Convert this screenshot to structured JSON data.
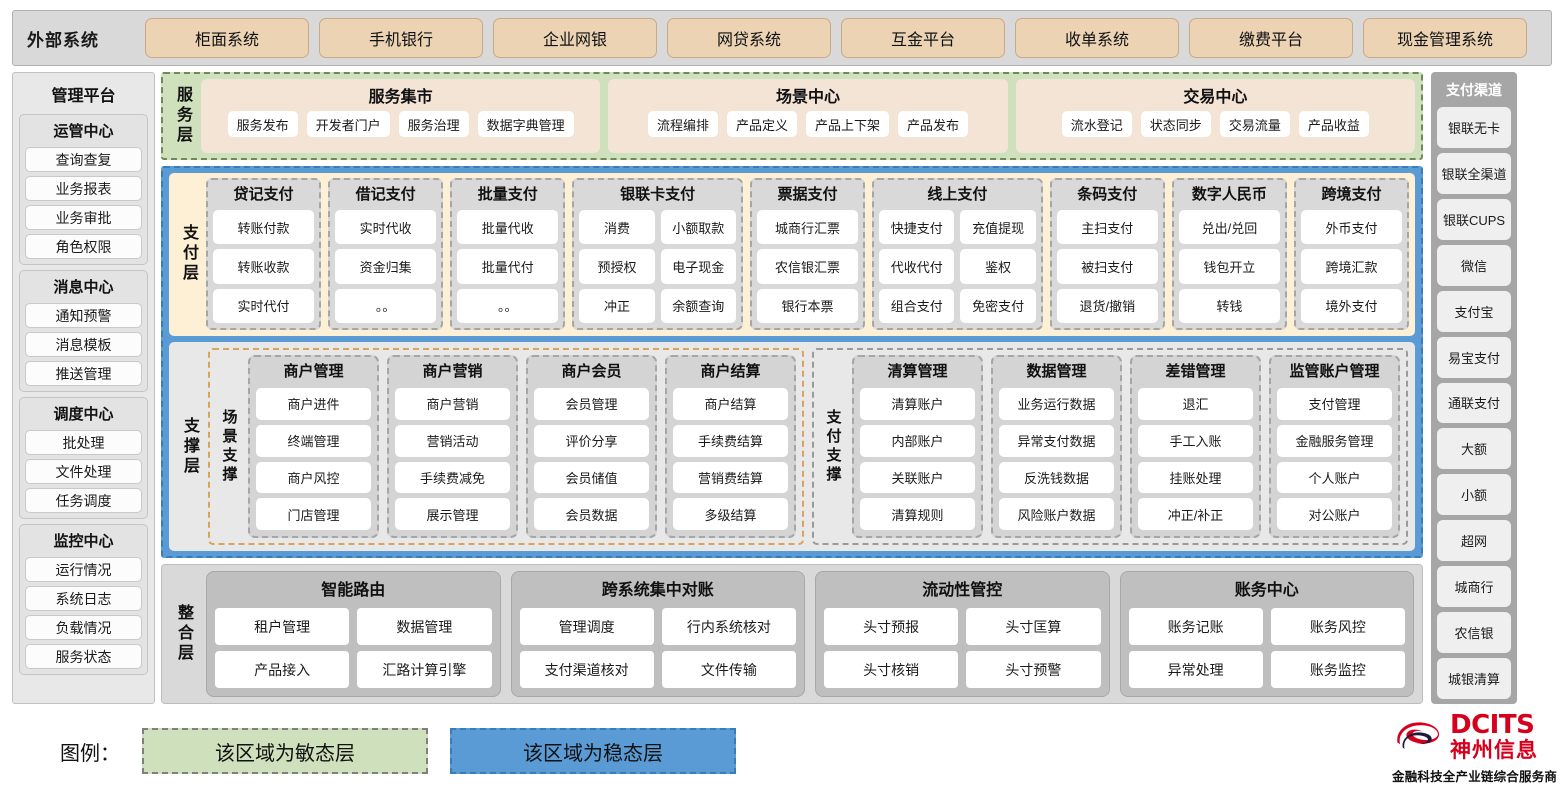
{
  "external_bar": {
    "title": "外部系统",
    "items": [
      "柜面系统",
      "手机银行",
      "企业网银",
      "网贷系统",
      "互金平台",
      "收单系统",
      "缴费平台",
      "现金管理系统"
    ]
  },
  "left_panel": {
    "title": "管理平台",
    "groups": [
      {
        "title": "运管中心",
        "items": [
          "查询查复",
          "业务报表",
          "业务审批",
          "角色权限"
        ]
      },
      {
        "title": "消息中心",
        "items": [
          "通知预警",
          "消息模板",
          "推送管理"
        ]
      },
      {
        "title": "调度中心",
        "items": [
          "批处理",
          "文件处理",
          "任务调度"
        ]
      },
      {
        "title": "监控中心",
        "items": [
          "运行情况",
          "系统日志",
          "负载情况",
          "服务状态"
        ]
      }
    ]
  },
  "service_layer": {
    "label": "服务层",
    "groups": [
      {
        "title": "服务集市",
        "items": [
          "服务发布",
          "开发者门户",
          "服务治理",
          "数据字典管理"
        ]
      },
      {
        "title": "场景中心",
        "items": [
          "流程编排",
          "产品定义",
          "产品上下架",
          "产品发布"
        ]
      },
      {
        "title": "交易中心",
        "items": [
          "流水登记",
          "状态同步",
          "交易流量",
          "产品收益"
        ]
      }
    ]
  },
  "payment_layer": {
    "label": "支付层",
    "groups": [
      {
        "title": "贷记支付",
        "cols": 1,
        "rows": [
          [
            "转账付款"
          ],
          [
            "转账收款"
          ],
          [
            "实时代付"
          ]
        ]
      },
      {
        "title": "借记支付",
        "cols": 1,
        "rows": [
          [
            "实时代收"
          ],
          [
            "资金归集"
          ],
          [
            "。。"
          ]
        ]
      },
      {
        "title": "批量支付",
        "cols": 1,
        "rows": [
          [
            "批量代收"
          ],
          [
            "批量代付"
          ],
          [
            "。。"
          ]
        ]
      },
      {
        "title": "银联卡支付",
        "cols": 2,
        "rows": [
          [
            "消费",
            "小额取款"
          ],
          [
            "预授权",
            "电子现金"
          ],
          [
            "冲正",
            "余额查询"
          ]
        ]
      },
      {
        "title": "票据支付",
        "cols": 1,
        "rows": [
          [
            "城商行汇票"
          ],
          [
            "农信银汇票"
          ],
          [
            "银行本票"
          ]
        ]
      },
      {
        "title": "线上支付",
        "cols": 2,
        "rows": [
          [
            "快捷支付",
            "充值提现"
          ],
          [
            "代收代付",
            "鉴权"
          ],
          [
            "组合支付",
            "免密支付"
          ]
        ]
      },
      {
        "title": "条码支付",
        "cols": 1,
        "rows": [
          [
            "主扫支付"
          ],
          [
            "被扫支付"
          ],
          [
            "退货/撤销"
          ]
        ]
      },
      {
        "title": "数字人民币",
        "cols": 1,
        "rows": [
          [
            "兑出/兑回"
          ],
          [
            "钱包开立"
          ],
          [
            "转钱"
          ]
        ]
      },
      {
        "title": "跨境支付",
        "cols": 1,
        "rows": [
          [
            "外币支付"
          ],
          [
            "跨境汇款"
          ],
          [
            "境外支付"
          ]
        ]
      }
    ]
  },
  "support_layer": {
    "label": "支撑层",
    "zones": [
      {
        "label": "场景支撑",
        "columns": [
          {
            "title": "商户管理",
            "items": [
              "商户进件",
              "终端管理",
              "商户风控",
              "门店管理"
            ]
          },
          {
            "title": "商户营销",
            "items": [
              "商户营销",
              "营销活动",
              "手续费减免",
              "展示管理"
            ]
          },
          {
            "title": "商户会员",
            "items": [
              "会员管理",
              "评价分享",
              "会员储值",
              "会员数据"
            ]
          },
          {
            "title": "商户结算",
            "items": [
              "商户结算",
              "手续费结算",
              "营销费结算",
              "多级结算"
            ]
          }
        ]
      },
      {
        "label": "支付支撑",
        "columns": [
          {
            "title": "清算管理",
            "items": [
              "清算账户",
              "内部账户",
              "关联账户",
              "清算规则"
            ]
          },
          {
            "title": "数据管理",
            "items": [
              "业务运行数据",
              "异常支付数据",
              "反洗钱数据",
              "风险账户数据"
            ]
          },
          {
            "title": "差错管理",
            "items": [
              "退汇",
              "手工入账",
              "挂账处理",
              "冲正/补正"
            ]
          },
          {
            "title": "监管账户管理",
            "items": [
              "支付管理",
              "金融服务管理",
              "个人账户",
              "对公账户"
            ]
          }
        ]
      }
    ]
  },
  "integration_layer": {
    "label": "整合层",
    "groups": [
      {
        "title": "智能路由",
        "rows": [
          [
            "租户管理",
            "数据管理"
          ],
          [
            "产品接入",
            "汇路计算引擎"
          ]
        ]
      },
      {
        "title": "跨系统集中对账",
        "rows": [
          [
            "管理调度",
            "行内系统核对"
          ],
          [
            "支付渠道核对",
            "文件传输"
          ]
        ]
      },
      {
        "title": "流动性管控",
        "rows": [
          [
            "头寸预报",
            "头寸匡算"
          ],
          [
            "头寸核销",
            "头寸预警"
          ]
        ]
      },
      {
        "title": "账务中心",
        "rows": [
          [
            "账务记账",
            "账务风控"
          ],
          [
            "异常处理",
            "账务监控"
          ]
        ]
      }
    ]
  },
  "right_panel": {
    "title": "支付渠道",
    "items": [
      "银联无卡",
      "银联全渠道",
      "银联CUPS",
      "微信",
      "支付宝",
      "易宝支付",
      "通联支付",
      "大额",
      "小额",
      "超网",
      "城商行",
      "农信银",
      "城银清算"
    ]
  },
  "legend": {
    "label": "图例：",
    "agile": "该区域为敏态层",
    "stable": "该区域为稳态层"
  },
  "logo": {
    "en": "DCITS",
    "cn": "神州信息",
    "tagline": "金融科技全产业链综合服务商"
  },
  "colors": {
    "agile_green": "#cfe0bd",
    "stable_blue": "#5b9bd5",
    "payment_cream": "#fdf0d5",
    "external_chip": "#ebd3b4",
    "service_box": "#f3e4d6",
    "brand_red": "#d6001c"
  }
}
